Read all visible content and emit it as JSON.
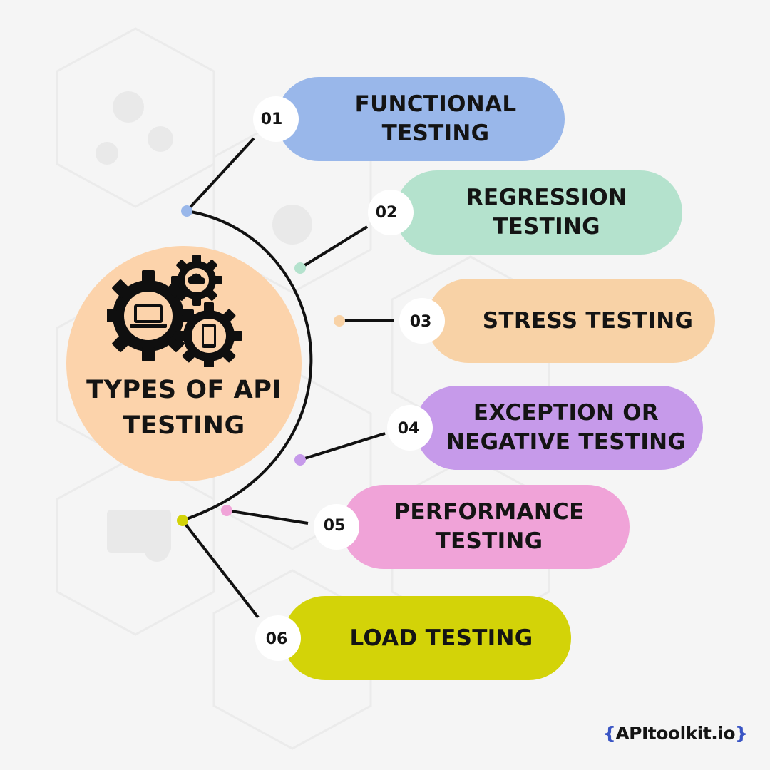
{
  "hub": {
    "title": "TYPES OF API\nTESTING",
    "icons": [
      "gear-laptop-icon",
      "gear-cloud-icon",
      "gear-phone-icon"
    ],
    "color": "#fcd3ab"
  },
  "items": [
    {
      "number": "01",
      "label": "FUNCTIONAL TESTING",
      "color": "#99b7ea"
    },
    {
      "number": "02",
      "label": "REGRESSION TESTING",
      "color": "#b4e2cd"
    },
    {
      "number": "03",
      "label": "STRESS TESTING",
      "color": "#f8d2a6"
    },
    {
      "number": "04",
      "label": "EXCEPTION OR\nNEGATIVE TESTING",
      "color": "#c69aea"
    },
    {
      "number": "05",
      "label": "PERFORMANCE\nTESTING",
      "color": "#f0a3d8"
    },
    {
      "number": "06",
      "label": "LOAD TESTING",
      "color": "#d3d308"
    }
  ],
  "logo": {
    "open": "{",
    "text": "APItoolkit.io",
    "close": "}"
  }
}
